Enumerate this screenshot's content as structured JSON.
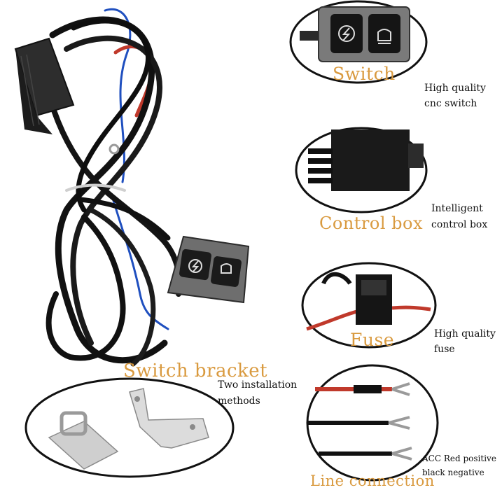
{
  "callouts": {
    "switch": {
      "title": "Switch",
      "desc_line1": "High quality",
      "desc_line2": "cnc switch"
    },
    "control_box": {
      "title": "Control box",
      "desc_line1": "Intelligent",
      "desc_line2": "control box"
    },
    "fuse": {
      "title": "Fuse",
      "desc_line1": "High quality",
      "desc_line2": "fuse"
    },
    "bracket": {
      "title": "Switch bracket",
      "desc_line1": "Two installation",
      "desc_line2": "methods"
    },
    "line": {
      "title": "Line connection",
      "desc_line1": "ACC Red positive",
      "desc_line2": "black negative"
    }
  },
  "colors": {
    "accent_title": "#d99a3f",
    "cable": "#111111",
    "red_wire": "#c0392b",
    "blue_wire": "#1f4fbf"
  }
}
